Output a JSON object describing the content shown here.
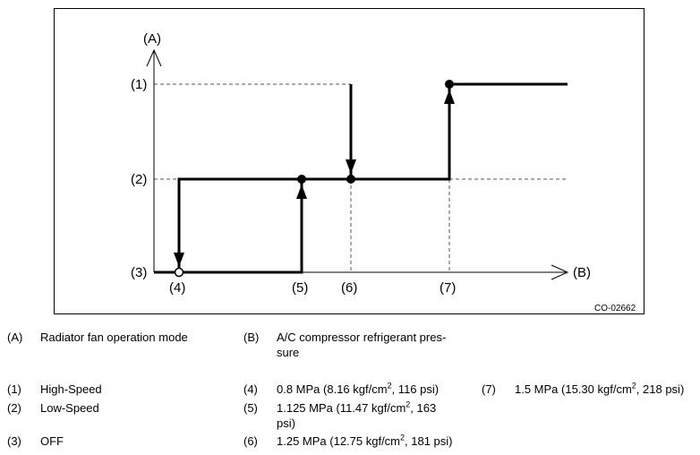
{
  "diagram": {
    "y_axis_label": "(A)",
    "x_axis_label": "(B)",
    "y_levels": [
      "(1)",
      "(2)",
      "(3)"
    ],
    "x_points": [
      "(4)",
      "(5)",
      "(6)",
      "(7)"
    ],
    "figure_code": "CO-02662",
    "line_color": "#000000",
    "dashed_color": "#555555"
  },
  "legend": {
    "A": {
      "key": "(A)",
      "text": "Radiator fan operation mode"
    },
    "B": {
      "key": "(B)",
      "text_line1": "A/C compressor refrigerant pres-",
      "text_line2": "sure"
    },
    "1": {
      "key": "(1)",
      "text": "High-Speed"
    },
    "2": {
      "key": "(2)",
      "text": "Low-Speed"
    },
    "3": {
      "key": "(3)",
      "text": "OFF"
    },
    "4": {
      "key": "(4)",
      "pre": "0.8 MPa (8.16 kgf/cm",
      "sup": "2",
      "post": ", 116 psi)"
    },
    "5": {
      "key": "(5)",
      "pre": "1.125 MPa (11.47 kgf/cm",
      "sup": "2",
      "post": ", 163",
      "line2": "psi)"
    },
    "6": {
      "key": "(6)",
      "pre": "1.25 MPa (12.75 kgf/cm",
      "sup": "2",
      "post": ", 181 psi)"
    },
    "7": {
      "key": "(7)",
      "pre": "1.5 MPa (15.30 kgf/cm",
      "sup": "2",
      "post": ", 218 psi)"
    }
  }
}
